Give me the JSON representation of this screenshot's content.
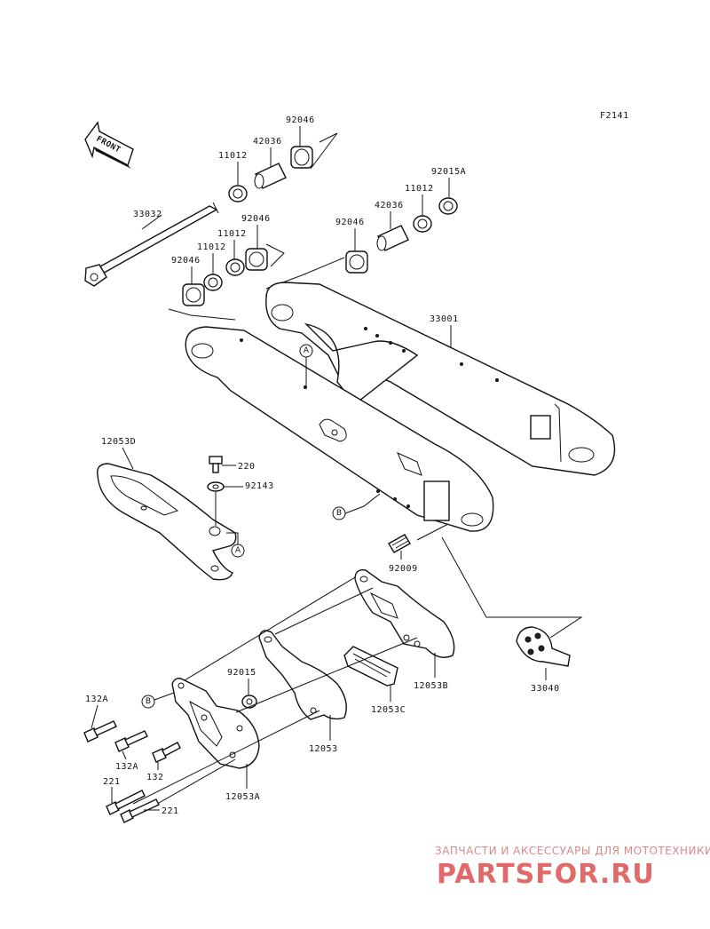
{
  "diagram_code": "F2141",
  "front_label": "FRONT",
  "labels": {
    "p92046_top": "92046",
    "p42036_top": "42036",
    "p11012_top": "11012",
    "p33032": "33032",
    "p92046_mid": "92046",
    "p11012_mid": "11012",
    "p11012_left": "11012",
    "p92046_left": "92046",
    "p92015A": "92015A",
    "p11012_right": "11012",
    "p42036_right": "42036",
    "p92046_right": "92046",
    "p33001": "33001",
    "p12053D": "12053D",
    "p220": "220",
    "p92143": "92143",
    "p92009": "92009",
    "p33040": "33040",
    "p92015": "92015",
    "p132A_1": "132A",
    "p132A_2": "132A",
    "p132": "132",
    "p12053B": "12053B",
    "p12053C": "12053C",
    "p12053": "12053",
    "p12053A": "12053A",
    "p221_1": "221",
    "p221_2": "221"
  },
  "refs": {
    "A1": "A",
    "A2": "A",
    "B1": "B",
    "B2": "B"
  },
  "watermark": {
    "caption": "ЗАПЧАСТИ И АКСЕССУАРЫ ДЛЯ МОТОТЕХНИКИ",
    "brand": "PARTSFOR.RU"
  }
}
